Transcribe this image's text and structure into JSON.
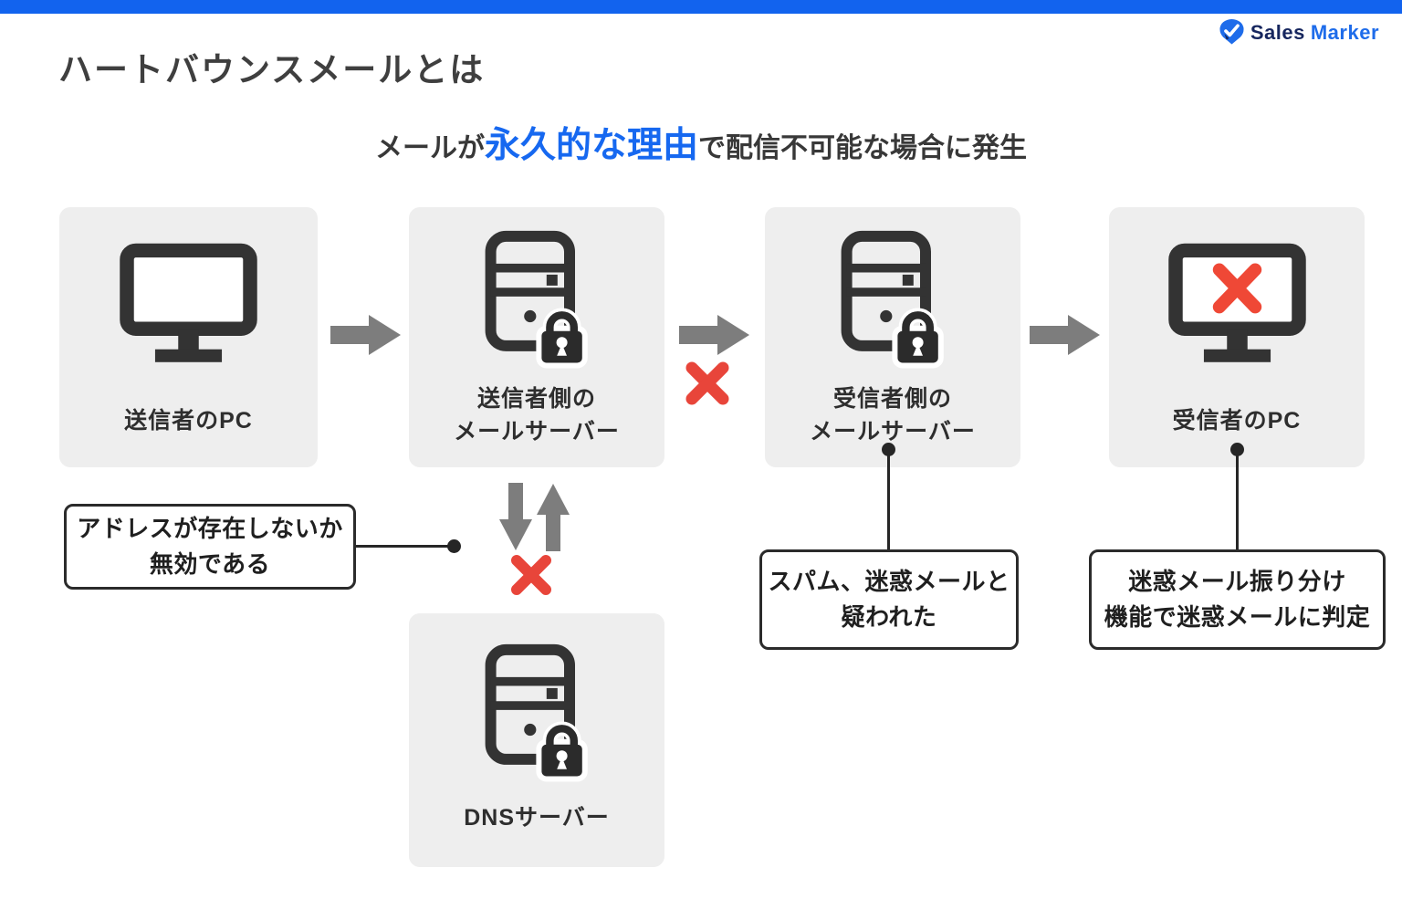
{
  "topbar": {
    "color": "#1263ee"
  },
  "logo": {
    "word1": "Sales",
    "word2": "Marker",
    "icon": "salesmarker-pin-check-icon"
  },
  "title": "ハートバウンスメールとは",
  "subtitle": {
    "pre": "メールが",
    "highlight": "永久的な理由",
    "post": "で配信不可能な場合に発生"
  },
  "nodes": {
    "sender_pc": {
      "label": "送信者のPC",
      "icon": "monitor-icon"
    },
    "sender_server": {
      "line1": "送信者側の",
      "line2": "メールサーバー",
      "icon": "server-lock-icon"
    },
    "receiver_server": {
      "line1": "受信者側の",
      "line2": "メールサーバー",
      "icon": "server-lock-icon"
    },
    "receiver_pc": {
      "label": "受信者のPC",
      "icon": "monitor-error-icon"
    },
    "dns_server": {
      "label": "DNSサーバー",
      "icon": "server-lock-icon"
    }
  },
  "flow_icons": {
    "forward": "arrow-right-icon",
    "blocked": "cross-icon",
    "exchange_down": "arrow-down-icon",
    "exchange_up": "arrow-up-icon"
  },
  "callouts": {
    "address": {
      "line1": "アドレスが存在しないか",
      "line2": "無効である"
    },
    "spam": {
      "line1": "スパム、迷惑メールと",
      "line2": "疑われた"
    },
    "filter": {
      "line1": "迷惑メール振り分け",
      "line2": "機能で迷惑メールに判定"
    }
  },
  "colors": {
    "accent_blue": "#1263ee",
    "highlight_blue": "#1668f0",
    "box_gray": "#eeeeee",
    "icon_dark": "#333333",
    "arrow_gray": "#7d7d7d",
    "error_red": "#e8453a",
    "connector_dark": "#262626"
  }
}
